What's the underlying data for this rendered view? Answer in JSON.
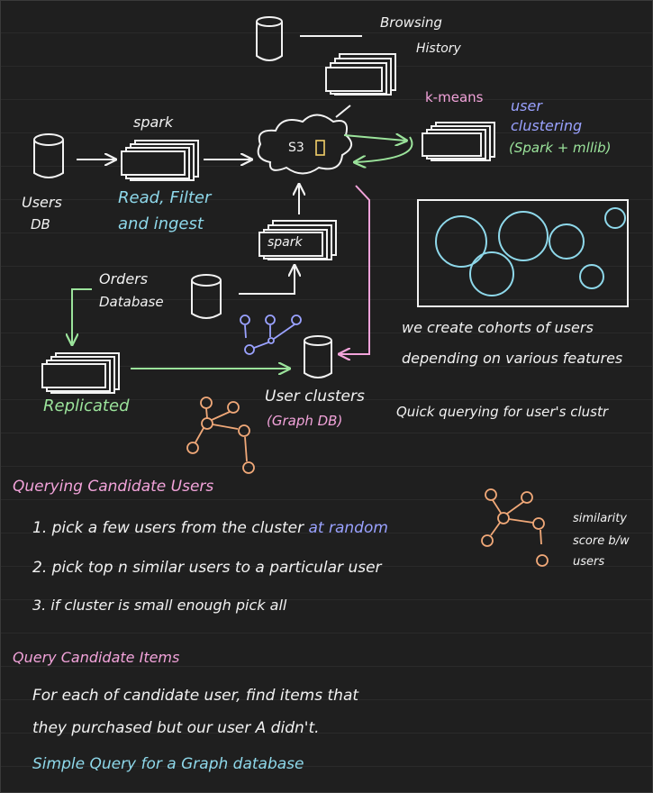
{
  "colors": {
    "background": "#1f1f1f",
    "stroke": "#f2f2f2",
    "green": "#9be39b",
    "cyan": "#8ed8ea",
    "pink": "#f2a3da",
    "blue": "#9aa2ff",
    "orange": "#f0a878"
  },
  "diagram": {
    "browsing_history": [
      "Browsing",
      "History"
    ],
    "kmeans": "k-means",
    "user_clustering": [
      "user",
      "clustering",
      "(Spark + mllib)"
    ],
    "spark_top": "spark",
    "s3": "S3",
    "users_db": [
      "Users",
      "DB"
    ],
    "read_filter": [
      "Read, Filter",
      "and ingest"
    ],
    "spark_mid": "spark",
    "orders_db": [
      "Orders",
      "Database"
    ],
    "replicated": "Replicated",
    "user_clusters": [
      "User clusters",
      "(Graph DB)"
    ],
    "cohorts_note": [
      "we create cohorts of users",
      "depending on various features"
    ],
    "quick_query": "Quick querying for user's clustr"
  },
  "querying_users": {
    "heading": "Querying Candidate Users",
    "item1_prefix": "1. pick a few users from the cluster",
    "item1_highlight": "at random",
    "item2": "2. pick top n similar users to a particular user",
    "item3": "3. if cluster is small enough pick all",
    "similarity_note": [
      "similarity",
      "score b/w",
      "users"
    ]
  },
  "query_items": {
    "heading": "Query Candidate Items",
    "line1": "For each of candidate user, find items that",
    "line2": "they purchased but our user A didn't.",
    "line3": "Simple Query for a Graph database"
  }
}
